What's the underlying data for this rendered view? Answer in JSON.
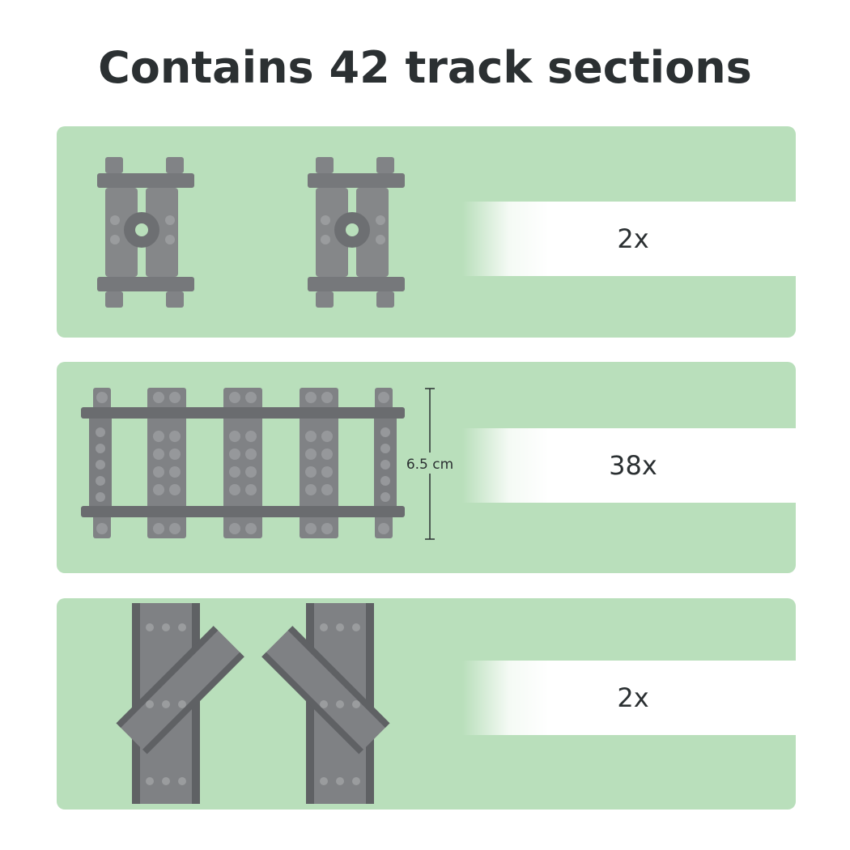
{
  "title": "Contains 42 track sections",
  "colors": {
    "panel_background": "#b9dfbb",
    "track_gray": "#808285",
    "track_dark": "#5f6164",
    "text": "#2b3032"
  },
  "sections": [
    {
      "id": "flexible-track",
      "count": "2x",
      "icon": "flexible-track-piece"
    },
    {
      "id": "straight-track",
      "count": "38x",
      "icon": "straight-track-piece",
      "dimension_label": "6.5 cm"
    },
    {
      "id": "switch-track",
      "count": "2x",
      "icon": "switch-track-piece"
    }
  ]
}
